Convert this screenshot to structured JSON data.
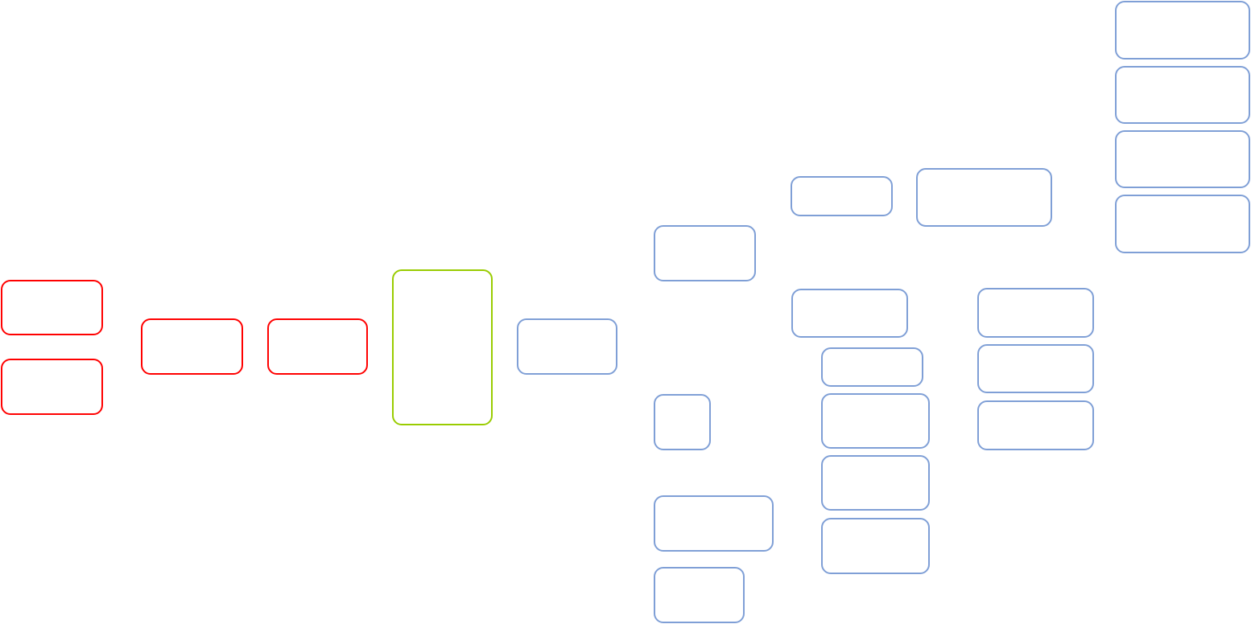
{
  "diagram": {
    "type": "node-boxes",
    "colors": {
      "red": "#ff0000",
      "green": "#99cc00",
      "blue": "#7f9fd6"
    },
    "nodes": [
      {
        "id": "n1",
        "group": "red",
        "label": ""
      },
      {
        "id": "n2",
        "group": "red",
        "label": ""
      },
      {
        "id": "n3",
        "group": "red",
        "label": ""
      },
      {
        "id": "n4",
        "group": "red",
        "label": ""
      },
      {
        "id": "n5",
        "group": "green",
        "label": ""
      },
      {
        "id": "n6",
        "group": "blue",
        "label": ""
      },
      {
        "id": "n7",
        "group": "blue",
        "label": ""
      },
      {
        "id": "n8",
        "group": "blue",
        "label": ""
      },
      {
        "id": "n9",
        "group": "blue",
        "label": ""
      },
      {
        "id": "n10",
        "group": "blue",
        "label": ""
      },
      {
        "id": "n11",
        "group": "blue",
        "label": ""
      },
      {
        "id": "n12",
        "group": "blue",
        "label": ""
      },
      {
        "id": "n13",
        "group": "blue",
        "label": ""
      },
      {
        "id": "n14",
        "group": "blue",
        "label": ""
      },
      {
        "id": "n15",
        "group": "blue",
        "label": ""
      },
      {
        "id": "n16",
        "group": "blue",
        "label": ""
      },
      {
        "id": "n17",
        "group": "blue",
        "label": ""
      },
      {
        "id": "n18",
        "group": "blue",
        "label": ""
      },
      {
        "id": "n19",
        "group": "blue",
        "label": ""
      },
      {
        "id": "n20",
        "group": "blue",
        "label": ""
      },
      {
        "id": "n21",
        "group": "blue",
        "label": ""
      },
      {
        "id": "n22",
        "group": "blue",
        "label": ""
      },
      {
        "id": "n23",
        "group": "blue",
        "label": ""
      },
      {
        "id": "n24",
        "group": "blue",
        "label": ""
      }
    ]
  }
}
